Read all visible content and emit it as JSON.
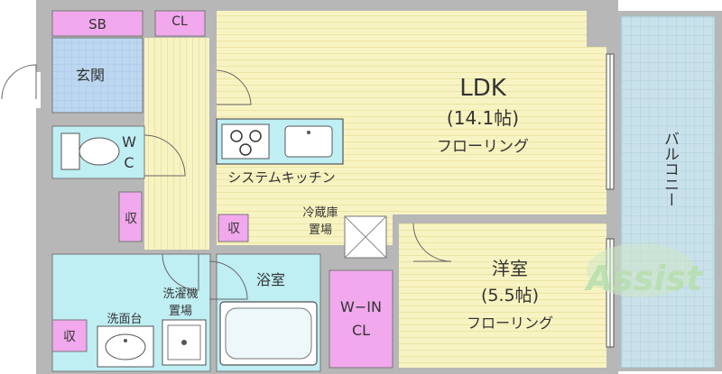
{
  "rooms": {
    "sb": "SB",
    "cl_top": "CL",
    "genkan": "玄関",
    "wc_w": "W",
    "wc_c": "C",
    "storage_left": "収",
    "storage_mid": "収",
    "storage_bottom": "収",
    "ldk_title": "LDK",
    "ldk_size": "(14.1帖)",
    "ldk_floor": "フローリング",
    "kitchen": "システムキッチン",
    "fridge_1": "冷蔵庫",
    "fridge_2": "置場",
    "balcony": "バルコニー",
    "bath": "浴室",
    "washer_1": "洗濯機",
    "washer_2": "置場",
    "washbasin": "洗面台",
    "walkin_1": "W−IN",
    "walkin_2": "CL",
    "western_title": "洋室",
    "western_size": "(5.5帖)",
    "western_floor": "フローリング"
  },
  "logo": {
    "text": "Assist"
  },
  "colors": {
    "wall": "#b7b7b7",
    "floor": "#f8f3c2",
    "tile": "#bcd7f0",
    "water": "#bfeef3",
    "storage": "#f1a8ec",
    "balcony": "#c9e1ea",
    "text": "#333333"
  }
}
